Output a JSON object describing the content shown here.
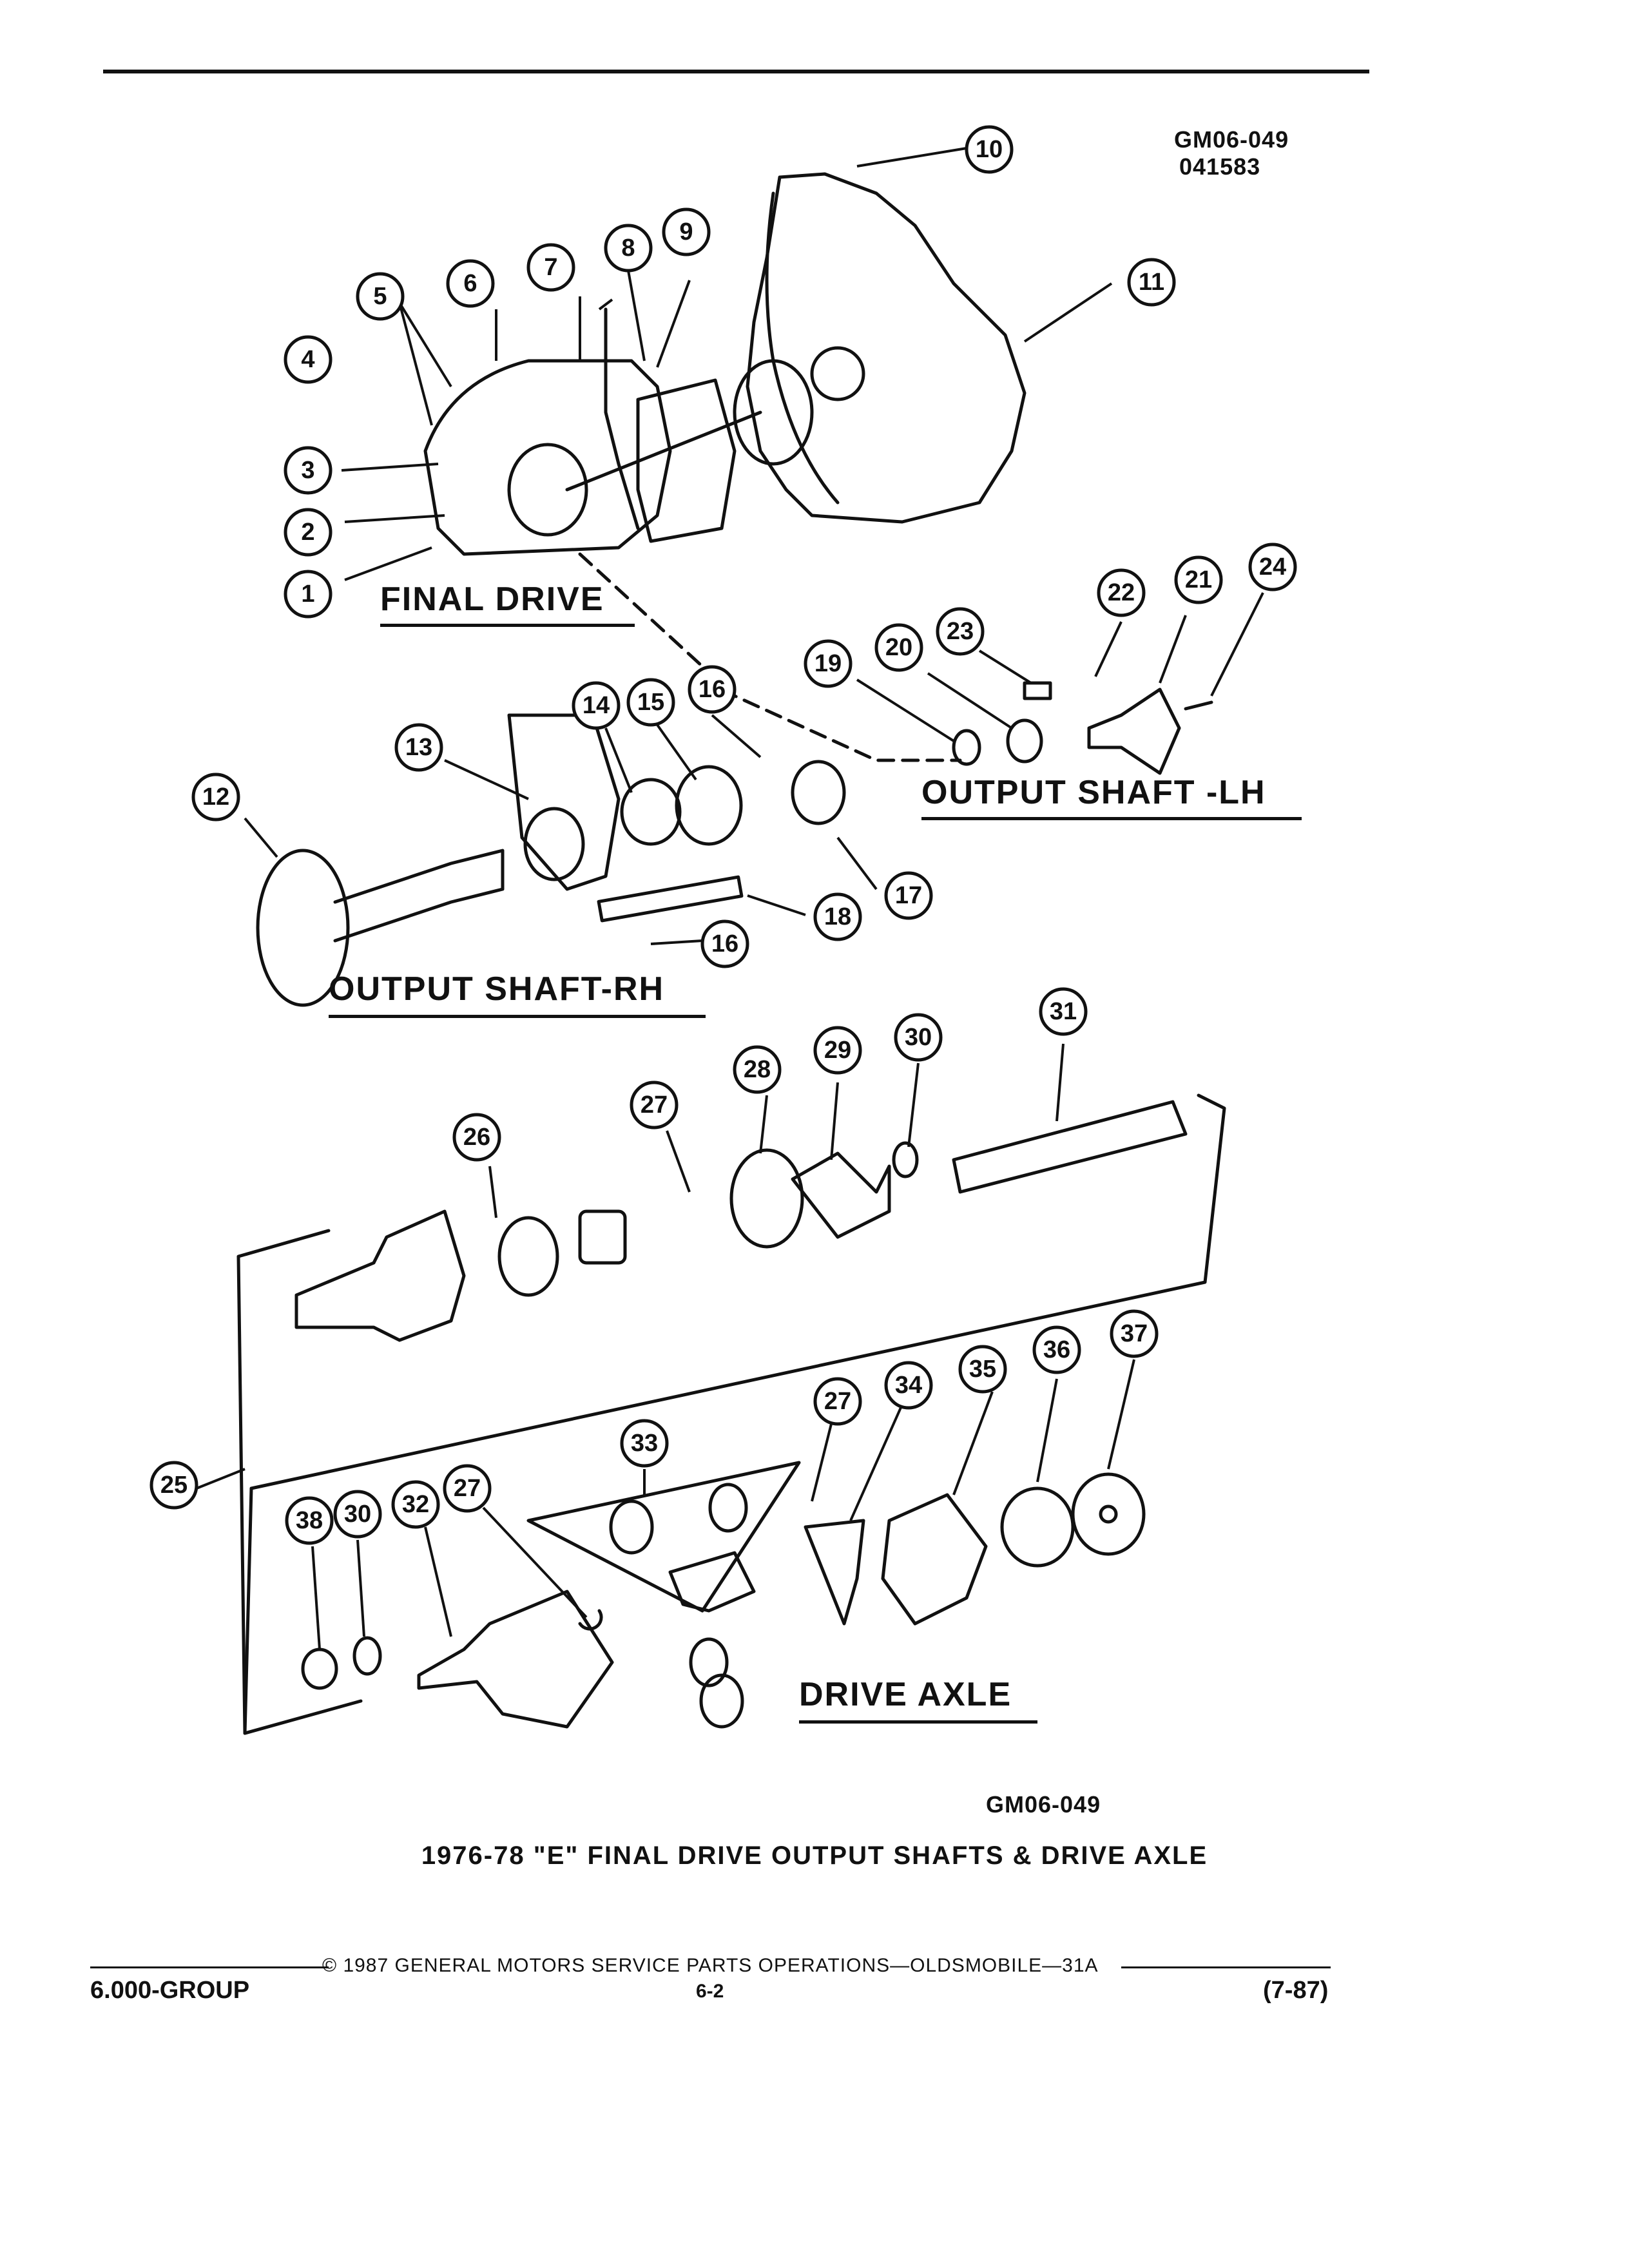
{
  "header": {
    "code": "GM06-049",
    "code_sub": "041583"
  },
  "sections": {
    "final_drive": "FINAL DRIVE",
    "output_shaft_lh": "OUTPUT SHAFT -LH",
    "output_shaft_rh": "OUTPUT SHAFT-RH",
    "drive_axle": "DRIVE AXLE"
  },
  "figure_code": "GM06-049",
  "caption": "1976-78 \"E\" FINAL DRIVE OUTPUT SHAFTS & DRIVE AXLE",
  "footer": {
    "copyright": "© 1987 GENERAL MOTORS SERVICE PARTS OPERATIONS—OLDSMOBILE—31A",
    "group": "6.000-GROUP",
    "page": "6-2",
    "date": "(7-87)"
  },
  "callouts": [
    "1",
    "2",
    "3",
    "4",
    "5",
    "6",
    "7",
    "8",
    "9",
    "10",
    "11",
    "12",
    "13",
    "14",
    "15",
    "16",
    "16",
    "17",
    "18",
    "19",
    "20",
    "21",
    "22",
    "23",
    "24",
    "25",
    "26",
    "27",
    "27",
    "27",
    "28",
    "29",
    "30",
    "30",
    "31",
    "32",
    "33",
    "34",
    "35",
    "36",
    "37",
    "38"
  ]
}
